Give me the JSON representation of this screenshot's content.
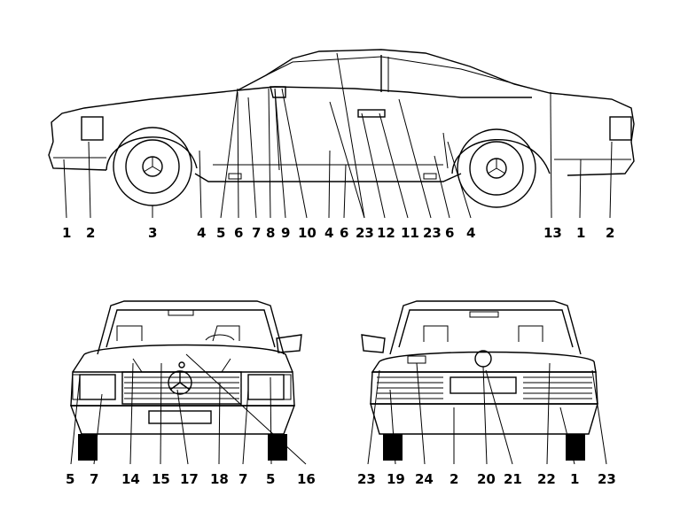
{
  "side_view": {
    "labels": [
      "1",
      "2",
      "3",
      "4",
      "5",
      "6",
      "7",
      "8",
      "9",
      "10",
      "4",
      "6",
      "23",
      "12",
      "11",
      "23",
      "6",
      "4",
      "13",
      "1",
      "2"
    ]
  },
  "front_view": {
    "labels": [
      "5",
      "7",
      "14",
      "15",
      "17",
      "18",
      "7",
      "5",
      "16"
    ]
  },
  "rear_view": {
    "labels": [
      "23",
      "19",
      "24",
      "2",
      "20",
      "21",
      "22",
      "1",
      "23"
    ]
  }
}
